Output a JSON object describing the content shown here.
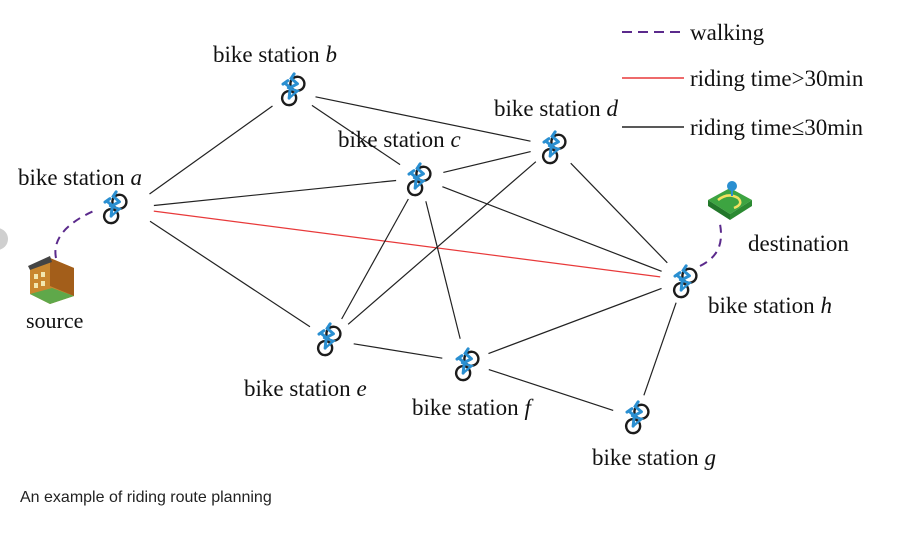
{
  "legend": {
    "walking": "walking",
    "riding_long": "riding time>30min",
    "riding_short": "riding time≤30min",
    "colors": {
      "walking": "#5b2a8c",
      "riding_long": "#e8393a",
      "riding_short": "#222222"
    }
  },
  "nodes": {
    "a": {
      "prefix": "bike station ",
      "letter": "a"
    },
    "b": {
      "prefix": "bike station ",
      "letter": "b"
    },
    "c": {
      "prefix": "bike station ",
      "letter": "c"
    },
    "d": {
      "prefix": "bike station ",
      "letter": "d"
    },
    "e": {
      "prefix": "bike station ",
      "letter": "e"
    },
    "f": {
      "prefix": "bike station ",
      "letter": "f"
    },
    "g": {
      "prefix": "bike station ",
      "letter": "g"
    },
    "h": {
      "prefix": "bike station ",
      "letter": "h"
    },
    "source": "source",
    "destination": "destination"
  },
  "edges": [
    {
      "from": "a",
      "to": "b",
      "type": "short"
    },
    {
      "from": "a",
      "to": "c",
      "type": "short"
    },
    {
      "from": "a",
      "to": "e",
      "type": "short"
    },
    {
      "from": "a",
      "to": "h",
      "type": "long"
    },
    {
      "from": "b",
      "to": "c",
      "type": "short"
    },
    {
      "from": "b",
      "to": "d",
      "type": "short"
    },
    {
      "from": "c",
      "to": "d",
      "type": "short"
    },
    {
      "from": "c",
      "to": "e",
      "type": "short"
    },
    {
      "from": "c",
      "to": "f",
      "type": "short"
    },
    {
      "from": "c",
      "to": "h",
      "type": "short"
    },
    {
      "from": "d",
      "to": "h",
      "type": "short"
    },
    {
      "from": "e",
      "to": "f",
      "type": "short"
    },
    {
      "from": "e",
      "to": "d",
      "type": "short"
    },
    {
      "from": "f",
      "to": "h",
      "type": "short"
    },
    {
      "from": "f",
      "to": "g",
      "type": "short"
    },
    {
      "from": "g",
      "to": "h",
      "type": "short"
    }
  ],
  "caption": "An example of riding route planning"
}
